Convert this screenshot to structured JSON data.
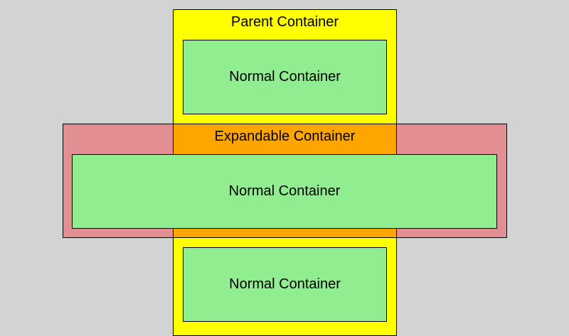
{
  "colors": {
    "background": "#d3d3d3",
    "parent": "#ffff00",
    "expandable": "#e38e92",
    "overlap": "#ffa500",
    "normal": "#90ee90"
  },
  "parent": {
    "label": "Parent Container"
  },
  "expandable": {
    "label": "Expandable Container"
  },
  "normal_containers": [
    {
      "label": "Normal Container"
    },
    {
      "label": "Normal Container"
    },
    {
      "label": "Normal Container"
    }
  ]
}
